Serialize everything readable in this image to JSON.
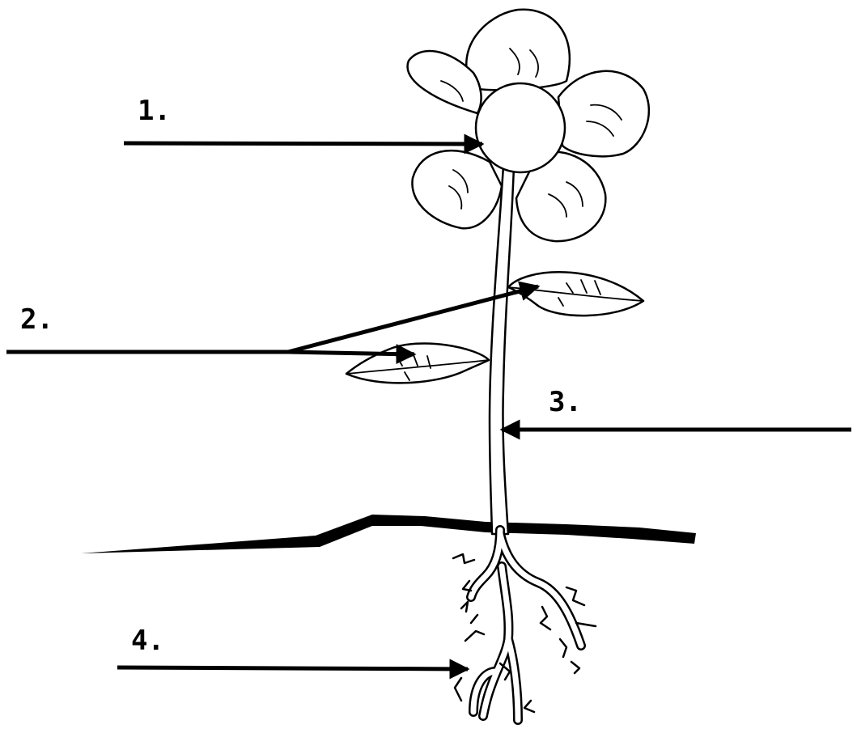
{
  "diagram": {
    "labels": [
      {
        "id": "label-1",
        "text": "1."
      },
      {
        "id": "label-2",
        "text": "2."
      },
      {
        "id": "label-3",
        "text": "3."
      },
      {
        "id": "label-4",
        "text": "4."
      }
    ]
  }
}
